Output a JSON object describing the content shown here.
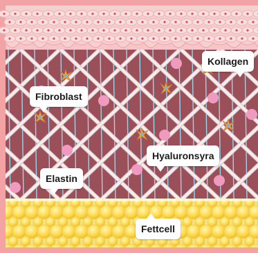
{
  "labels": {
    "kollagen": "Kollagen",
    "fibroblast": "Fibroblast",
    "hyaluronsyra": "Hyaluronsyra",
    "elastin": "Elastin",
    "fettcell": "Fettcell"
  },
  "colors": {
    "frame": "#f3a3a3",
    "epidermis": "#f7d4d4",
    "dermis": "#9b4f59",
    "collagen": "#f3e6e6",
    "elastin": "#8fcbe6",
    "fibroblast": "#e8a04c",
    "hyaluronic": "#f29fc0",
    "fat": "#f3e585",
    "fat_cell": "#ffd93a"
  }
}
